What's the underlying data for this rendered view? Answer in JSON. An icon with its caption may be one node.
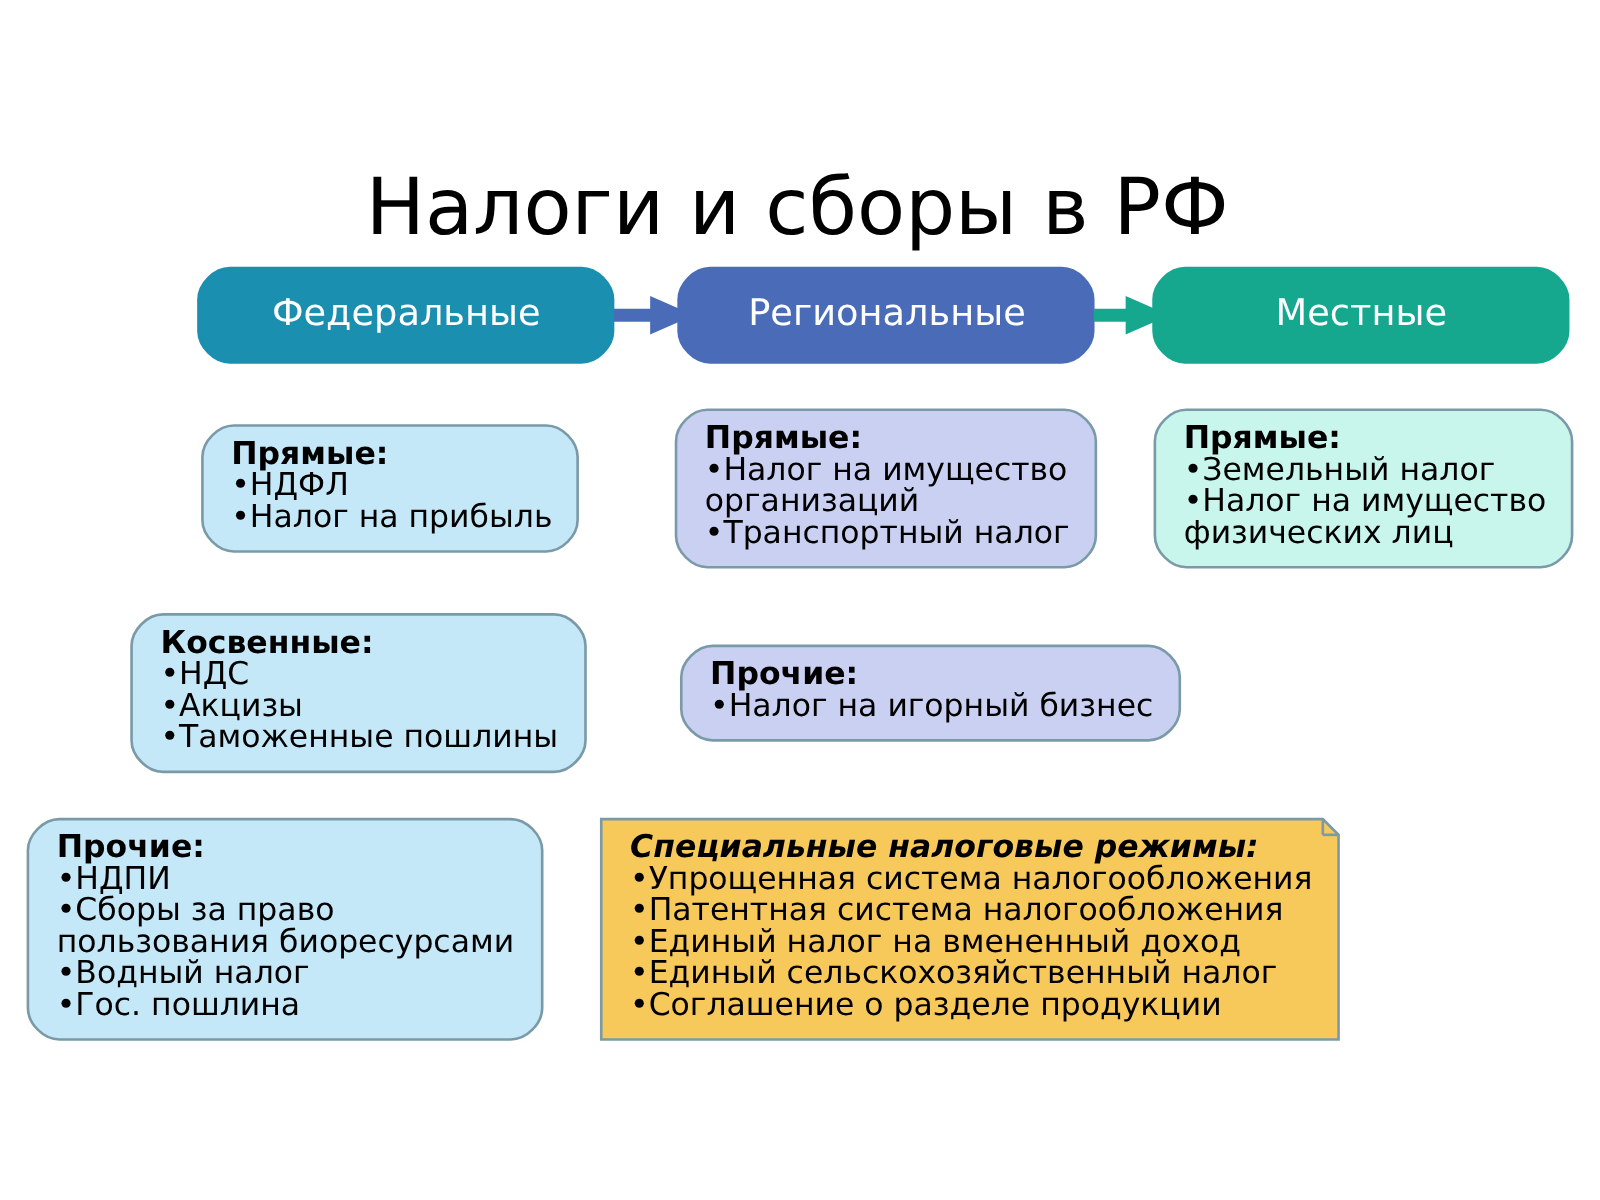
{
  "diagram": {
    "title": "Налоги и сборы в РФ",
    "nodes": [
      {
        "text": [
          "Федеральные"
        ]
      },
      {
        "text": [
          "Прямые:",
          "•НДФЛ",
          "•Налог на прибыль"
        ]
      },
      {
        "text": [
          "Косвенные:",
          "•НДС",
          "•Акцизы",
          "•Таможенные пошлины"
        ]
      },
      {
        "text": [
          "Прочие:",
          "•НДПИ",
          "•Сборы за право пользования биоресурсами",
          "•Водный налог",
          "•Гос. пошлина"
        ]
      },
      {
        "text": [
          "Региональные"
        ]
      },
      {
        "text": [
          "Прямые:",
          "•Налог на имущество организаций",
          "•Транспортный налог"
        ]
      },
      {
        "text": [
          "Прочие:",
          "•Налог на игорный бизнес"
        ]
      },
      {
        "text": [
          "Местные"
        ]
      },
      {
        "text": [
          "Прямые:",
          "•Земельный налог",
          "•Налог на имущество физических лиц"
        ]
      },
      {
        "text": [
          "Специальные налоговые режимы:",
          "•Упрощенная система налогообложения",
          "•Патентная система налогообложения",
          "•Единый налог на вмененный доход",
          "•Единый сельскохозяйственный налог",
          "•Соглашение о разделе продукции"
        ]
      }
    ],
    "edges": [
      {
        "from": 0,
        "to": 4,
        "arrow": "to",
        "color": "#4a6cb8"
      },
      {
        "from": 4,
        "to": 7,
        "arrow": "to",
        "color": "#16a88f"
      }
    ]
  }
}
